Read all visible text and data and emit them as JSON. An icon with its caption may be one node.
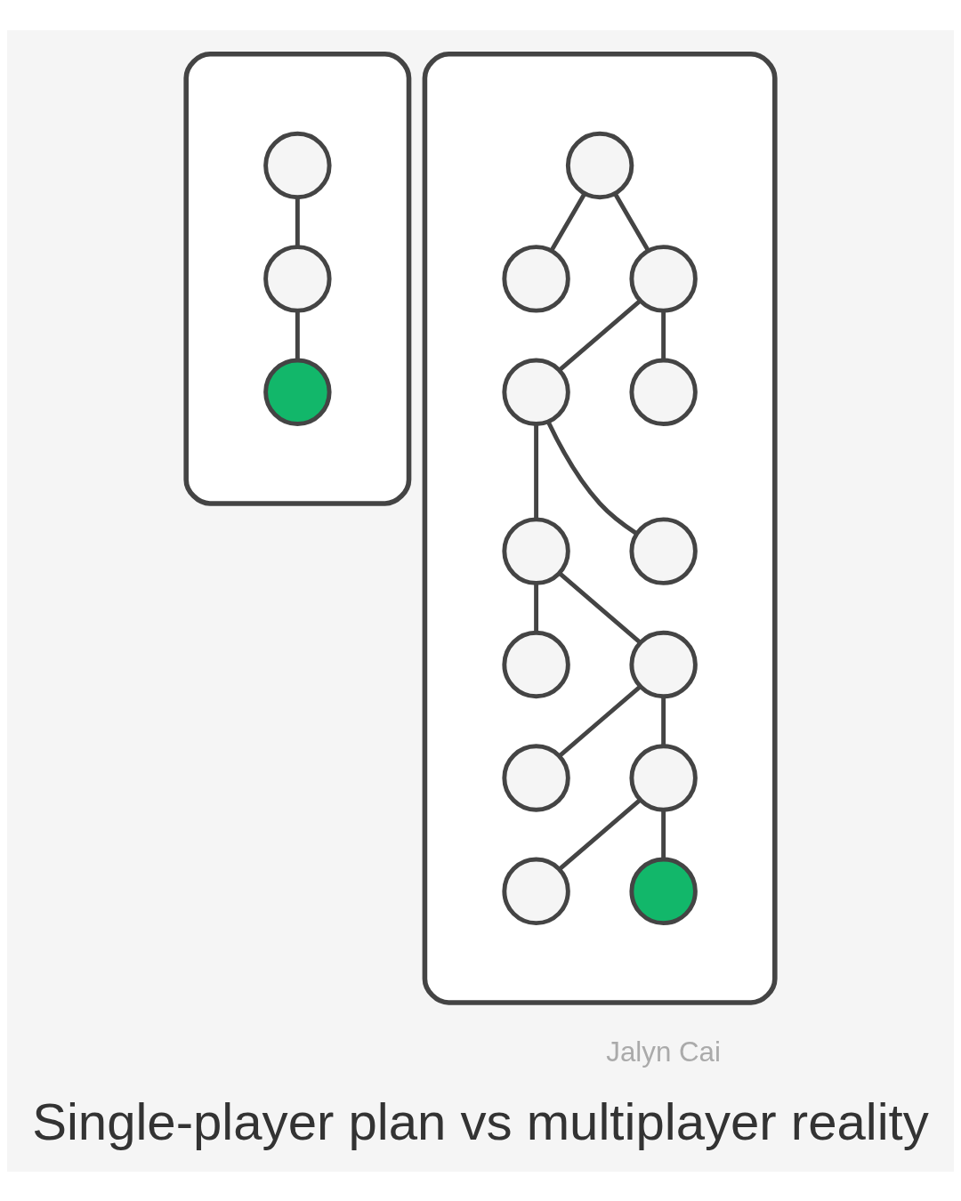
{
  "diagram": {
    "caption": "Single-player plan vs multiplayer reality",
    "nodes": [
      {
        "text": [],
        "shape": "box"
      },
      {
        "text": [],
        "shape": "circle",
        "in": 0
      },
      {
        "text": [],
        "shape": "circle",
        "in": 0
      },
      {
        "text": [],
        "shape": "circle",
        "in": 0
      },
      {
        "text": [],
        "shape": "box"
      },
      {
        "text": [],
        "shape": "circle",
        "in": 4
      },
      {
        "text": [],
        "shape": "circle",
        "in": 4
      },
      {
        "text": [],
        "shape": "circle",
        "in": 4
      },
      {
        "text": [],
        "shape": "circle",
        "in": 4
      },
      {
        "text": [],
        "shape": "circle",
        "in": 4
      },
      {
        "text": [],
        "shape": "circle",
        "in": 4
      },
      {
        "text": [],
        "shape": "circle",
        "in": 4
      },
      {
        "text": [],
        "shape": "circle",
        "in": 4
      },
      {
        "text": [],
        "shape": "circle",
        "in": 4
      },
      {
        "text": [],
        "shape": "circle",
        "in": 4
      },
      {
        "text": [],
        "shape": "circle",
        "in": 4
      },
      {
        "text": [],
        "shape": "circle",
        "in": 4
      },
      {
        "text": [],
        "shape": "circle",
        "in": 4
      }
    ],
    "edges": [
      {
        "from": 1,
        "to": 2,
        "arrow": "none"
      },
      {
        "from": 2,
        "to": 3,
        "arrow": "none"
      },
      {
        "from": 5,
        "to": 6,
        "arrow": "none"
      },
      {
        "from": 5,
        "to": 7,
        "arrow": "none"
      },
      {
        "from": 7,
        "to": 8,
        "arrow": "none"
      },
      {
        "from": 7,
        "to": 9,
        "arrow": "none"
      },
      {
        "from": 8,
        "to": 10,
        "arrow": "none"
      },
      {
        "from": 8,
        "to": 11,
        "arrow": "none"
      },
      {
        "from": 10,
        "to": 12,
        "arrow": "none"
      },
      {
        "from": 10,
        "to": 13,
        "arrow": "none"
      },
      {
        "from": 13,
        "to": 14,
        "arrow": "none"
      },
      {
        "from": 13,
        "to": 15,
        "arrow": "none"
      },
      {
        "from": 15,
        "to": 16,
        "arrow": "none"
      },
      {
        "from": 15,
        "to": 17,
        "arrow": "none"
      }
    ],
    "labels": [
      "Jalyn Cai"
    ]
  }
}
